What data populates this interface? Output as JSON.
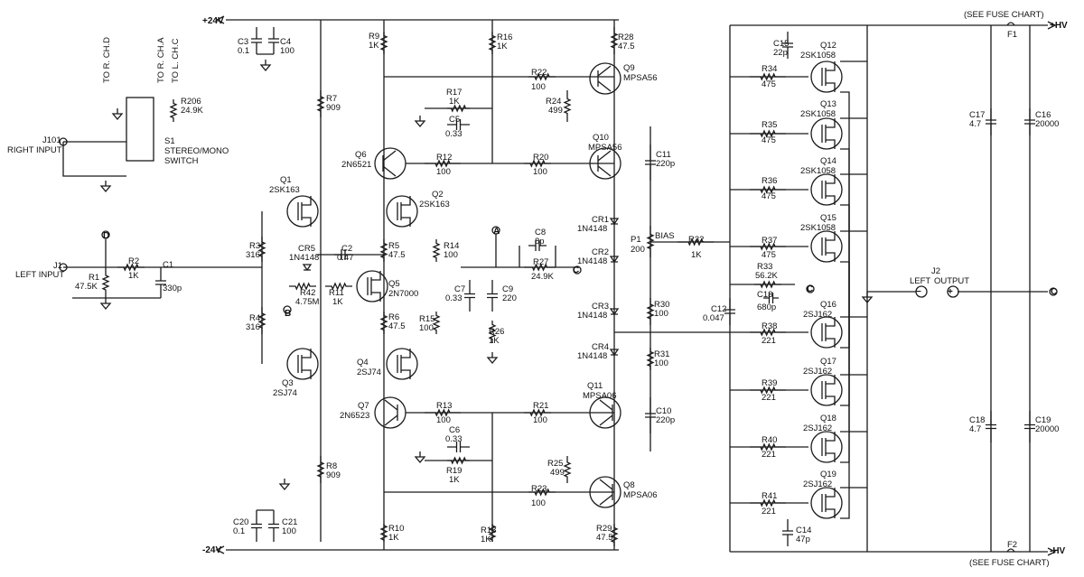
{
  "rails": {
    "pos_supply": "+24V",
    "neg_supply": "-24V",
    "pos_hv": "+HV",
    "neg_hv": "-HV",
    "fuse_note": "(SEE FUSE CHART)",
    "f1": "F1",
    "f2": "F2"
  },
  "inputs": {
    "right_input_ref": "J101",
    "right_input_label": "RIGHT INPUT",
    "left_input_ref": "J1",
    "left_input_label": "LEFT INPUT",
    "switch_ref": "S1",
    "switch_label_1": "STEREO/MONO",
    "switch_label_2": "SWITCH",
    "to_r_ch_d": "TO R. CH.D",
    "to_r_ch_a": "TO R. CH.A",
    "to_l_ch_c": "TO L. CH.C"
  },
  "output": {
    "ref": "J2",
    "label_left": "LEFT",
    "label_output": "OUTPUT",
    "minus": "−",
    "plus": "+"
  },
  "nodes": {
    "a": "A",
    "b": "B",
    "c": "C",
    "d": "D"
  },
  "bias": {
    "ref": "P1",
    "value": "200",
    "label": "BIAS"
  },
  "resistors": [
    {
      "ref": "R1",
      "value": "47.5K"
    },
    {
      "ref": "R2",
      "value": "1K"
    },
    {
      "ref": "R3",
      "value": "316"
    },
    {
      "ref": "R4",
      "value": "316"
    },
    {
      "ref": "R5",
      "value": "47.5"
    },
    {
      "ref": "R6",
      "value": "47.5"
    },
    {
      "ref": "R7",
      "value": "909"
    },
    {
      "ref": "R8",
      "value": "909"
    },
    {
      "ref": "R9",
      "value": "1K"
    },
    {
      "ref": "R10",
      "value": "1K"
    },
    {
      "ref": "R11",
      "value": "1K"
    },
    {
      "ref": "R12",
      "value": "100"
    },
    {
      "ref": "R13",
      "value": "100"
    },
    {
      "ref": "R14",
      "value": "100"
    },
    {
      "ref": "R15",
      "value": "100"
    },
    {
      "ref": "R16",
      "value": "1K"
    },
    {
      "ref": "R17",
      "value": "1K"
    },
    {
      "ref": "R18",
      "value": "1K"
    },
    {
      "ref": "R19",
      "value": "1K"
    },
    {
      "ref": "R20",
      "value": "100"
    },
    {
      "ref": "R21",
      "value": "100"
    },
    {
      "ref": "R22",
      "value": "100"
    },
    {
      "ref": "R23",
      "value": "100"
    },
    {
      "ref": "R24",
      "value": "499"
    },
    {
      "ref": "R25",
      "value": "499"
    },
    {
      "ref": "R26",
      "value": "1K"
    },
    {
      "ref": "R27",
      "value": "24.9K"
    },
    {
      "ref": "R28",
      "value": "47.5"
    },
    {
      "ref": "R29",
      "value": "47.5"
    },
    {
      "ref": "R30",
      "value": "100"
    },
    {
      "ref": "R31",
      "value": "100"
    },
    {
      "ref": "R32",
      "value": "1K"
    },
    {
      "ref": "R33",
      "value": "56.2K"
    },
    {
      "ref": "R34",
      "value": "475"
    },
    {
      "ref": "R35",
      "value": "475"
    },
    {
      "ref": "R36",
      "value": "475"
    },
    {
      "ref": "R37",
      "value": "475"
    },
    {
      "ref": "R38",
      "value": "221"
    },
    {
      "ref": "R39",
      "value": "221"
    },
    {
      "ref": "R40",
      "value": "221"
    },
    {
      "ref": "R41",
      "value": "221"
    },
    {
      "ref": "R42",
      "value": "4.75M"
    },
    {
      "ref": "R206",
      "value": "24.9K"
    }
  ],
  "capacitors": [
    {
      "ref": "C1",
      "value": "330p"
    },
    {
      "ref": "C2",
      "value": "0.47"
    },
    {
      "ref": "C3",
      "value": "0.1"
    },
    {
      "ref": "C4",
      "value": "100"
    },
    {
      "ref": "C5",
      "value": "0.33"
    },
    {
      "ref": "C6",
      "value": "0.33"
    },
    {
      "ref": "C7",
      "value": "0.33"
    },
    {
      "ref": "C8",
      "value": "8p"
    },
    {
      "ref": "C9",
      "value": "220"
    },
    {
      "ref": "C10",
      "value": "220p"
    },
    {
      "ref": "C11",
      "value": "220p"
    },
    {
      "ref": "C12",
      "value": "0.047"
    },
    {
      "ref": "C13",
      "value": "680p"
    },
    {
      "ref": "C14",
      "value": "47p"
    },
    {
      "ref": "C15",
      "value": "22p"
    },
    {
      "ref": "C16",
      "value": "20000"
    },
    {
      "ref": "C17",
      "value": "4.7"
    },
    {
      "ref": "C18",
      "value": "4.7"
    },
    {
      "ref": "C19",
      "value": "20000"
    },
    {
      "ref": "C20",
      "value": "0.1"
    },
    {
      "ref": "C21",
      "value": "100"
    }
  ],
  "transistors": [
    {
      "ref": "Q1",
      "part": "2SK163"
    },
    {
      "ref": "Q2",
      "part": "2SK163"
    },
    {
      "ref": "Q3",
      "part": "2SJ74"
    },
    {
      "ref": "Q4",
      "part": "2SJ74"
    },
    {
      "ref": "Q5",
      "part": "2N7000"
    },
    {
      "ref": "Q6",
      "part": "2N6521"
    },
    {
      "ref": "Q7",
      "part": "2N6523"
    },
    {
      "ref": "Q8",
      "part": "MPSA06"
    },
    {
      "ref": "Q9",
      "part": "MPSA56"
    },
    {
      "ref": "Q10",
      "part": "MPSA56"
    },
    {
      "ref": "Q11",
      "part": "MPSA06"
    },
    {
      "ref": "Q12",
      "part": "2SK1058"
    },
    {
      "ref": "Q13",
      "part": "2SK1058"
    },
    {
      "ref": "Q14",
      "part": "2SK1058"
    },
    {
      "ref": "Q15",
      "part": "2SK1058"
    },
    {
      "ref": "Q16",
      "part": "2SJ162"
    },
    {
      "ref": "Q17",
      "part": "2SJ162"
    },
    {
      "ref": "Q18",
      "part": "2SJ162"
    },
    {
      "ref": "Q19",
      "part": "2SJ162"
    }
  ],
  "diodes": [
    {
      "ref": "CR1",
      "part": "1N4148"
    },
    {
      "ref": "CR2",
      "part": "1N4148"
    },
    {
      "ref": "CR3",
      "part": "1N4148"
    },
    {
      "ref": "CR4",
      "part": "1N4148"
    },
    {
      "ref": "CR5",
      "part": "1N4148"
    }
  ]
}
